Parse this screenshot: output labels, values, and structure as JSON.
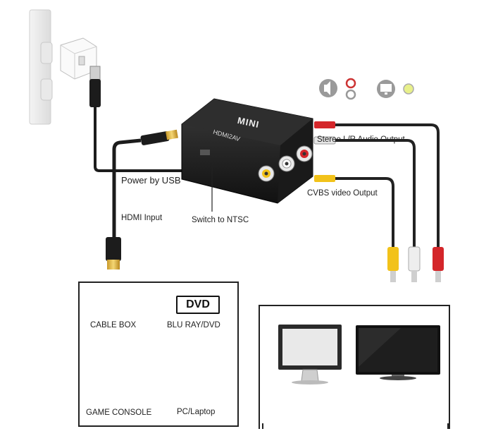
{
  "labels": {
    "audio_output": "Stereo L/R Audio Output",
    "video_output": "CVBS video Output",
    "power": "Power by USB",
    "hdmi_input": "HDMI Input",
    "switch": "Switch to NTSC"
  },
  "converter": {
    "brand": "MINI",
    "model": "HDMI2AV"
  },
  "sources": {
    "cable_box": "CABLE BOX",
    "dvd_badge": "DVD",
    "blu_ray": "BLU RAY/DVD",
    "game_console": "GAME CONSOLE",
    "pc": "PC/Laptop"
  },
  "colors": {
    "cable_red": "#d4262a",
    "cable_white": "#e6e6e6",
    "cable_yellow": "#f2c21a",
    "cable_black": "#222222",
    "status_dot": "#e8f08a"
  }
}
